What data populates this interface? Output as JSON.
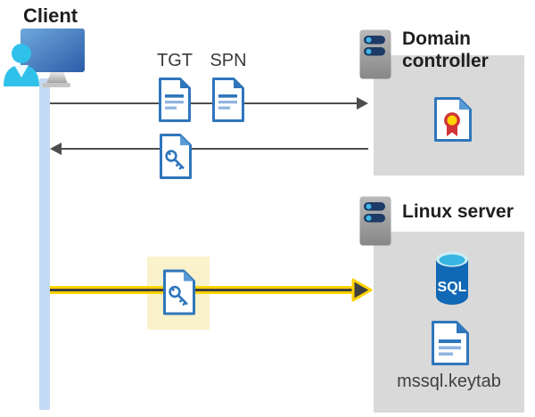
{
  "labels": {
    "client": "Client",
    "tgt": "TGT",
    "spn": "SPN",
    "domain_controller": "Domain controller",
    "linux_server": "Linux server",
    "sql": "SQL",
    "keytab_file": "mssql.keytab"
  },
  "colors": {
    "document_blue": "#2F76BC",
    "panel_gray": "#D9D9D9",
    "arrow_gray": "#4D4D4D",
    "highlight_background": "#FAF2CB",
    "arrow_yellow": "#FFD200",
    "lifeline_blue": "#C3DAF4",
    "person_cyan": "#2FC1E9",
    "sql_database_blue": "#1168B4",
    "certificate_red": "#D13438",
    "certificate_yellow": "#FFD500",
    "server_pill_navy": "#1E3A66"
  }
}
